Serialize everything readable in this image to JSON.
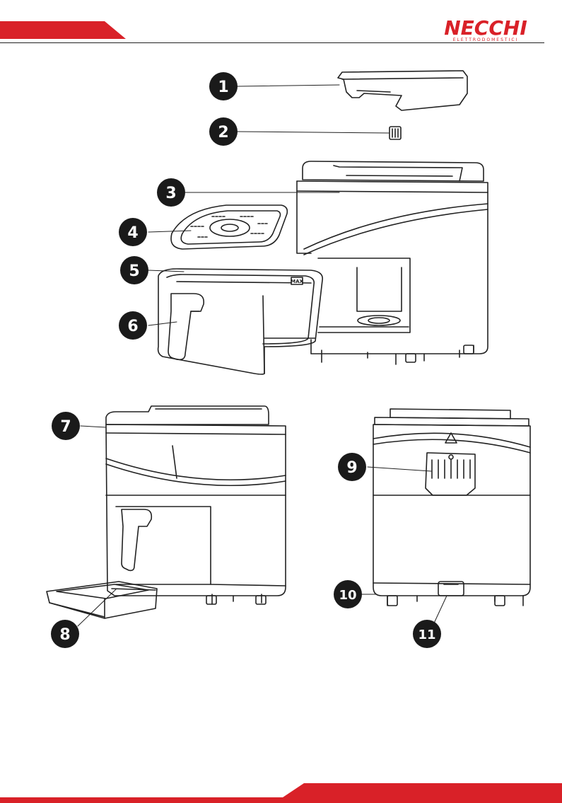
{
  "brand": {
    "name": "NECCHI",
    "tagline": "ELETTRODOMESTICI",
    "color": "#d92128"
  },
  "colors": {
    "accent": "#d92128",
    "callout_fill": "#1a1a1a",
    "line": "#222222"
  },
  "callouts": [
    {
      "number": "1"
    },
    {
      "number": "2"
    },
    {
      "number": "3"
    },
    {
      "number": "4"
    },
    {
      "number": "5"
    },
    {
      "number": "6"
    },
    {
      "number": "7"
    },
    {
      "number": "8"
    },
    {
      "number": "9"
    },
    {
      "number": "10"
    },
    {
      "number": "11"
    }
  ],
  "basket_marking": "MAX"
}
